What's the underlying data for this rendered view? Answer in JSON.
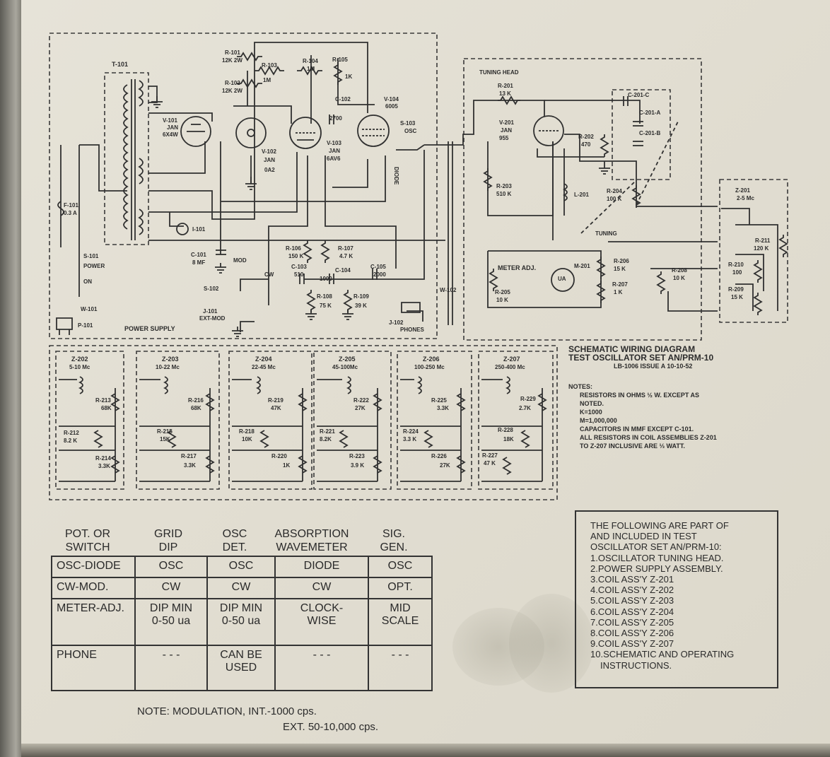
{
  "schematic": {
    "power_supply": {
      "label": "POWER SUPPLY",
      "transformer": "T-101",
      "tube_v101": [
        "V-101",
        "JAN",
        "6X4W"
      ],
      "fuse": [
        "F-101",
        "0.3 A"
      ],
      "switch": [
        "S-101",
        "POWER"
      ],
      "switch_on": "ON",
      "cord": [
        "W-101",
        "P-101"
      ],
      "lamp": "I-101",
      "cap_c101": [
        "C-101",
        "8 MF"
      ],
      "mod": "MOD",
      "cw": "CW",
      "switch_s102": "S-102",
      "jack_j101": [
        "J-101",
        "EXT-MOD"
      ]
    },
    "oscillator": {
      "r101": [
        "R-101",
        "12K 2W"
      ],
      "r102": [
        "R-102",
        "12K 2W"
      ],
      "r103": [
        "R-103",
        "1M"
      ],
      "r104": [
        "R-104",
        "1M"
      ],
      "r105": [
        "R-105",
        "1K"
      ],
      "c102": [
        "C-102",
        "2700"
      ],
      "v102": [
        "V-102",
        "JAN",
        "0A2"
      ],
      "v103": [
        "V-103",
        "JAN",
        "6AV6"
      ],
      "v104": [
        "V-104",
        "6005"
      ],
      "s103": [
        "S-103",
        "OSC"
      ],
      "diode": "DIODE",
      "r106": [
        "R-106",
        "150 K"
      ],
      "r107": [
        "R-107",
        "4.7 K"
      ],
      "c103": [
        "C-103",
        "510"
      ],
      "c104": [
        "C-104",
        "1000"
      ],
      "c105": [
        "C-105",
        "2000"
      ],
      "r108": [
        "R-108",
        "75 K"
      ],
      "r109": [
        "R-109",
        "39 K"
      ],
      "w102": "W-102",
      "jack_j102": [
        "J-102",
        "PHONES"
      ]
    },
    "tuning_head": {
      "label": "TUNING HEAD",
      "r201": [
        "R-201",
        "13 K"
      ],
      "v201": [
        "V-201",
        "JAN",
        "955"
      ],
      "c201": [
        "C-201-C",
        "C-201-A",
        "C-201-B"
      ],
      "r202": [
        "R-202",
        "470"
      ],
      "r203": [
        "R-203",
        "510 K"
      ],
      "l201": "L-201",
      "r204": [
        "R-204",
        "100 K"
      ],
      "tuning": "TUNING",
      "meter_adj": "METER ADJ.",
      "m201": "M-201",
      "meter_face": "UA",
      "r205": [
        "R-205",
        "10 K"
      ],
      "r206": [
        "R-206",
        "15 K"
      ],
      "r207": [
        "R-207",
        "1 K"
      ],
      "r208": [
        "R-208",
        "10 K"
      ]
    },
    "z201": {
      "name": "Z-201",
      "range": "2-5 Mc",
      "resistors": [
        [
          "R-211",
          "120 K"
        ],
        [
          "R-210",
          "100"
        ],
        [
          "R-209",
          "15 K"
        ]
      ]
    },
    "coils": [
      {
        "name": "Z-202",
        "range": "5-10 Mc",
        "resistors": [
          [
            "R-213",
            "68K"
          ],
          [
            "R-212",
            "8.2 K"
          ],
          [
            "R-214",
            "3.3K"
          ]
        ]
      },
      {
        "name": "Z-203",
        "range": "10-22 Mc",
        "resistors": [
          [
            "R-216",
            "68K"
          ],
          [
            "R-215",
            "15K"
          ],
          [
            "R-217",
            "3.3K"
          ]
        ]
      },
      {
        "name": "Z-204",
        "range": "22-45 Mc",
        "resistors": [
          [
            "R-219",
            "47K"
          ],
          [
            "R-218",
            "10K"
          ],
          [
            "R-220",
            "1K"
          ]
        ]
      },
      {
        "name": "Z-205",
        "range": "45-100Mc",
        "resistors": [
          [
            "R-222",
            "27K"
          ],
          [
            "R-221",
            "8.2K"
          ],
          [
            "R-223",
            "3.9 K"
          ]
        ]
      },
      {
        "name": "Z-206",
        "range": "100-250 Mc",
        "resistors": [
          [
            "R-225",
            "3.3K"
          ],
          [
            "R-224",
            "3.3 K"
          ],
          [
            "R-226",
            "27K"
          ]
        ]
      },
      {
        "name": "Z-207",
        "range": "250-400 Mc",
        "resistors": [
          [
            "R-229",
            "2.7K"
          ],
          [
            "R-228",
            "18K"
          ],
          [
            "R-227",
            "47 K"
          ]
        ]
      }
    ]
  },
  "title": {
    "line1": "SCHEMATIC WIRING DIAGRAM",
    "line2": "TEST OSCILLATOR SET AN/PRM-10",
    "line3": "LB-1006 ISSUE A  10-10-52"
  },
  "notes": {
    "heading": "NOTES:",
    "lines": [
      "RESISTORS IN OHMS ½ W. EXCEPT AS",
      "NOTED.",
      "K=1000",
      "M=1,000,000",
      "CAPACITORS IN MMF EXCEPT C-101.",
      "ALL RESISTORS IN COIL ASSEMBLIES Z-201",
      "TO Z-207 INCLUSIVE ARE ⅓ WATT."
    ]
  },
  "parts_list": {
    "intro": [
      "THE FOLLOWING ARE PART OF",
      "AND INCLUDED IN TEST",
      "OSCILLATOR SET AN/PRM-10:"
    ],
    "items": [
      "1.OSCILLATOR TUNING HEAD.",
      "2.POWER SUPPLY ASSEMBLY.",
      "3.COIL ASS'Y  Z-201",
      "4.COIL ASS'Y  Z-202",
      "5.COIL ASS'Y  Z-203",
      "6.COIL ASS'Y  Z-204",
      "7.COIL ASS'Y  Z-205",
      "8.COIL ASS'Y  Z-206",
      "9.COIL ASS'Y  Z-207",
      "10.SCHEMATIC AND OPERATING",
      "INSTRUCTIONS."
    ]
  },
  "operation_table": {
    "headers": [
      [
        "POT. OR",
        "SWITCH"
      ],
      [
        "GRID",
        "DIP"
      ],
      [
        "OSC",
        "DET."
      ],
      [
        "ABSORPTION",
        "WAVEMETER"
      ],
      [
        "SIG.",
        "GEN."
      ]
    ],
    "rows": [
      [
        "OSC-DIODE",
        "OSC",
        "OSC",
        "DIODE",
        "OSC"
      ],
      [
        "CW-MOD.",
        "CW",
        "CW",
        "CW",
        "OPT."
      ],
      [
        "METER-ADJ.",
        "DIP MIN\n0-50 ua",
        "DIP MIN\n0-50 ua",
        "CLOCK-\nWISE",
        "MID\nSCALE"
      ],
      [
        "PHONE",
        "- - -",
        "CAN BE\nUSED",
        "- - -",
        "- - -"
      ]
    ]
  },
  "modulation_note": {
    "line1": "NOTE: MODULATION, INT.-1000  cps.",
    "line2": "EXT. 50-10,000  cps."
  }
}
